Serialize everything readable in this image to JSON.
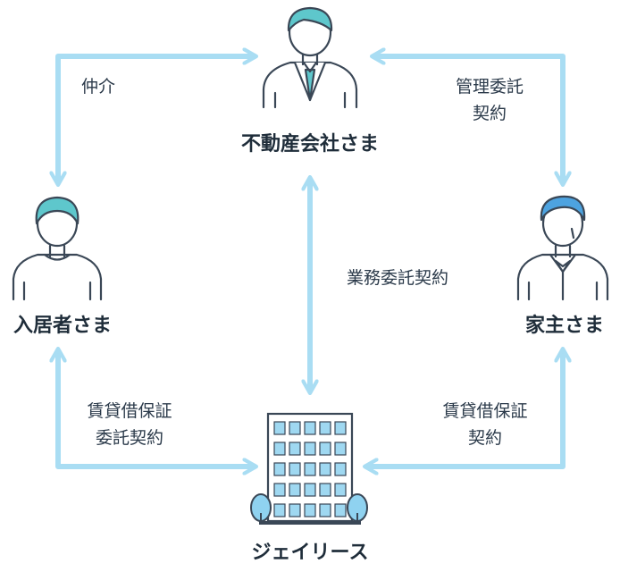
{
  "nodes": {
    "agency": "不動産会社さま",
    "tenant": "入居者さま",
    "landlord": "家主さま",
    "company": "ジェイリース"
  },
  "relations": {
    "mediation": "仲介",
    "management_line1": "管理委託",
    "management_line2": "契約",
    "business": "業務委託契約",
    "tenant_guarantee_line1": "賃貸借保証",
    "tenant_guarantee_line2": "委託契約",
    "landlord_guarantee_line1": "賃貸借保証",
    "landlord_guarantee_line2": "契約"
  },
  "colors": {
    "arrow": "#a9ddf3",
    "outline": "#3a4756",
    "hair": "#5ec7cc",
    "tie": "#5ec7cc",
    "building_window": "#9fd8f1",
    "tree": "#8fd2f0"
  }
}
